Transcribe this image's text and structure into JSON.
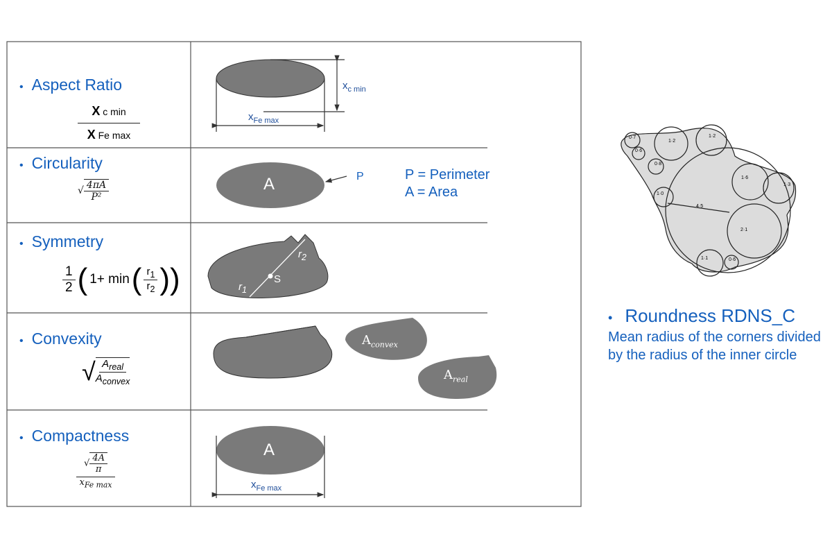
{
  "rows": [
    {
      "title": "Aspect Ratio",
      "formula": {
        "num_main": "X",
        "num_sub": "c min",
        "den_main": "X",
        "den_sub": "Fe max"
      },
      "labels": {
        "vertical": "x",
        "vertical_sub": "c min",
        "horizontal": "x",
        "horizontal_sub": "Fe max"
      }
    },
    {
      "title": "Circularity",
      "formula": {
        "num": "4πA",
        "den": "P²"
      },
      "labels": {
        "area": "A",
        "perimeter": "P",
        "legend_p": "P = Perimeter",
        "legend_a": "A = Area"
      }
    },
    {
      "title": "Symmetry",
      "formula": {
        "half_num": "1",
        "half_den": "2",
        "one_plus_min": "1+ min",
        "r_num": "r",
        "r_num_sub": "1",
        "r_den": "r",
        "r_den_sub": "2"
      },
      "labels": {
        "r1": "r",
        "r1_sub": "1",
        "r2": "r",
        "r2_sub": "2",
        "center": "S"
      }
    },
    {
      "title": "Convexity",
      "formula": {
        "num": "A",
        "num_sub": "real",
        "den": "A",
        "den_sub": "convex"
      },
      "labels": {
        "convex": "A",
        "convex_sub": "convex",
        "real": "A",
        "real_sub": "real"
      }
    },
    {
      "title": "Compactness",
      "formula": {
        "num": "4A",
        "num_den": "π",
        "den": "x",
        "den_sub": "Fe max"
      },
      "labels": {
        "area": "A",
        "horizontal": "x",
        "horizontal_sub": "Fe max"
      }
    }
  ],
  "roundness": {
    "title": "Roundness RDNS_C",
    "description": "Mean radius of the corners divided by the radius of the inner circle",
    "circle_values": [
      "0·7",
      "0·6",
      "1·2",
      "1·2",
      "0·8",
      "1·6",
      "1·3",
      "1·0",
      "4·5",
      "2·1",
      "1·1",
      "0·6"
    ]
  },
  "colors": {
    "accent": "#1560bd",
    "shape": "#7a7a7a",
    "particle": "#dcdcdc"
  }
}
